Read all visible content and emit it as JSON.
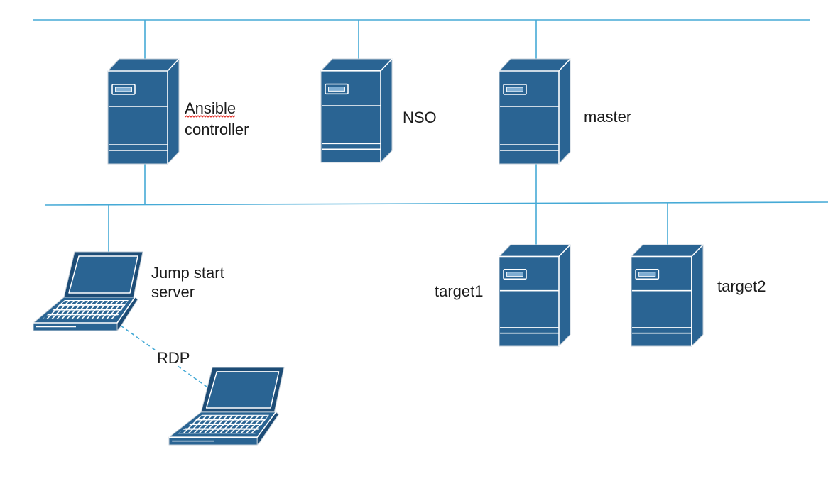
{
  "colors": {
    "background": "#FFFFFF",
    "network_line": "#46AAD6",
    "device_fill": "#2A6493",
    "device_dark": "#1D4C76",
    "device_highlight": "#7FAED3",
    "device_edge": "#FFFFFF",
    "device_outline": "#C5CFD8",
    "label_text": "#1B1B1B",
    "spellcheck_underline": "#E2312A"
  },
  "devices": {
    "ansible_controller": {
      "icon": "server-icon",
      "label": [
        "Ansible",
        "controller"
      ]
    },
    "nso": {
      "icon": "server-icon",
      "label": [
        "NSO"
      ]
    },
    "master": {
      "icon": "server-icon",
      "label": [
        "master"
      ]
    },
    "target1": {
      "icon": "server-icon",
      "label": [
        "target1"
      ]
    },
    "target2": {
      "icon": "server-icon",
      "label": [
        "target2"
      ]
    },
    "jump_start_server": {
      "icon": "laptop-icon",
      "label": [
        "Jump start",
        "server"
      ]
    },
    "rdp_client": {
      "icon": "laptop-icon"
    }
  },
  "connections": {
    "rdp": {
      "label": "RDP"
    }
  }
}
